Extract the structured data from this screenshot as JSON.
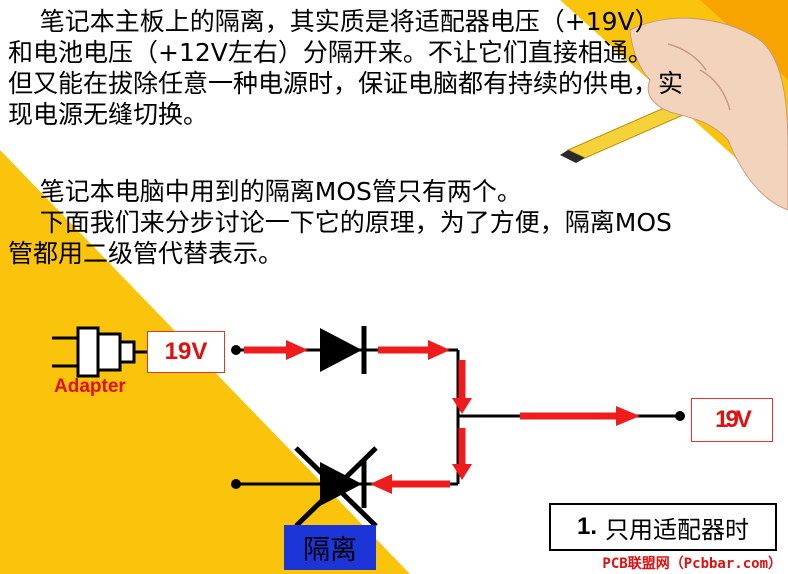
{
  "text": {
    "paragraph1": "    笔记本主板上的隔离，其实质是将适配器电压（+19V）\n和电池电压（+12V左右）分隔开来。不让它们直接相通。\n但又能在拔除任意一种电源时，保证电脑都有持续的供电，实\n现电源无缝切换。",
    "paragraph2": "    笔记本电脑中用到的隔离MOS管只有两个。\n    下面我们来分步讨论一下它的原理，为了方便，隔离MOS\n管都用二级管代替表示。"
  },
  "diagram": {
    "input_voltage_label": "19V",
    "adapter_label": "Adapter",
    "output_voltage_label": "19V",
    "isolation_label": "隔离",
    "case_number": "1.",
    "case_text": "只用适配器时"
  },
  "watermark": "PCB联盟网（Pcbbar.com）",
  "colors": {
    "yellow": "#fbc40c",
    "arrow_red": "#ee1c1c",
    "label_red": "#e01010",
    "isolation_blue": "#1c35d6"
  },
  "icons": [
    "power-plug-icon",
    "diode-icon",
    "blocked-diode-icon",
    "pencil-hand-icon"
  ]
}
